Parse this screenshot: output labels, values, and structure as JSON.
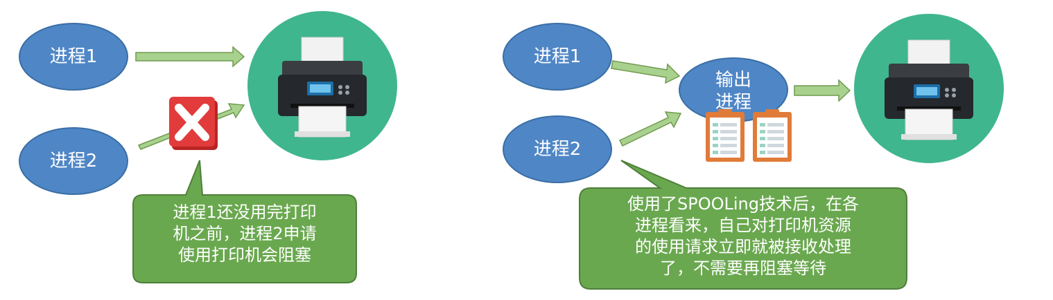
{
  "left": {
    "process1": "进程1",
    "process2": "进程2",
    "callout": [
      "进程1还没用完打印",
      "机之前，进程2申请",
      "使用打印机会阻塞"
    ]
  },
  "right": {
    "process1": "进程1",
    "process2": "进程2",
    "output_process": [
      "输出",
      "进程"
    ],
    "callout": [
      "使用了SPOOLing技术后，在各",
      "进程看来，自己对打印机资源",
      "的使用请求立即就被接收处理",
      "了，不需要再阻塞等待"
    ]
  },
  "colors": {
    "process_fill": "#4f86c6",
    "process_stroke": "#3a6ea5",
    "printer_circle": "#3fb68e",
    "callout_fill": "#6aa84f",
    "callout_stroke": "#4e7f3a",
    "arrow_fill": "#a9d18e",
    "arrow_stroke": "#6f9a4e",
    "block_red": "#e23b3b",
    "clipboard_orange": "#e07b39"
  },
  "icons": [
    "printer-icon",
    "block-x-icon",
    "clipboard-icon"
  ]
}
